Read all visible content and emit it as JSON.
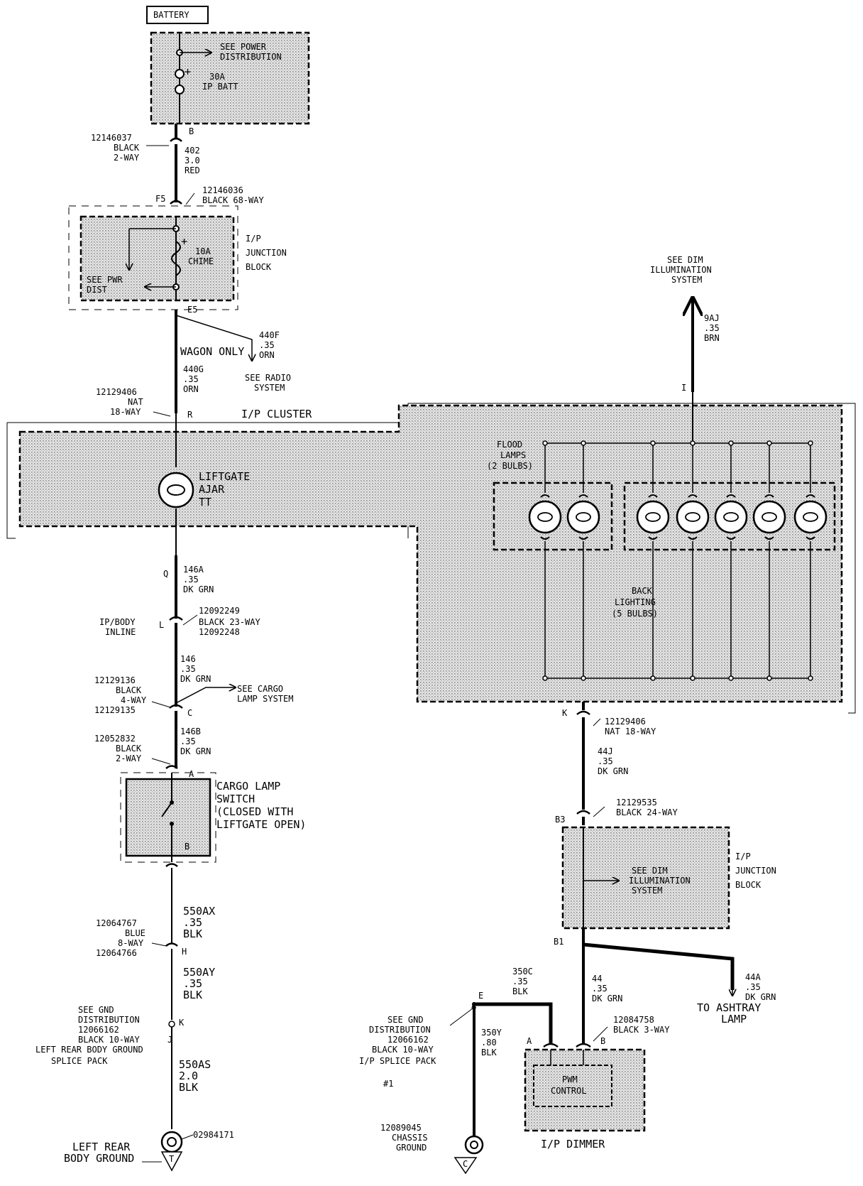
{
  "battery": {
    "label": "BATTERY"
  },
  "power_fuse": {
    "see": [
      "SEE POWER",
      "DISTRIBUTION"
    ],
    "fuse": [
      "30A",
      "IP BATT"
    ]
  },
  "wire_402": {
    "top_connector": {
      "part": "12146037",
      "color": "BLACK",
      "ways": "2-WAY",
      "pin": "B"
    },
    "circuit": [
      "402",
      "3.0",
      "RED"
    ],
    "bottom_connector": {
      "part": "12146036",
      "desc": "BLACK 68-WAY",
      "pin": "F5"
    }
  },
  "junction_block_top": {
    "name": [
      "I/P",
      "JUNCTION",
      "BLOCK"
    ],
    "fuse": [
      "10A",
      "CHIME"
    ],
    "see": [
      "SEE PWR",
      "DIST"
    ],
    "out_pin": "E5"
  },
  "wire_440": {
    "wagon_only": "WAGON ONLY",
    "branch": [
      "440F",
      ".35",
      "ORN"
    ],
    "see_radio": [
      "SEE RADIO",
      "SYSTEM"
    ],
    "main": [
      "440G",
      ".35",
      "ORN"
    ]
  },
  "cluster": {
    "connector": {
      "part": "12129406",
      "color": "NAT",
      "ways": "18-WAY",
      "pin": "R"
    },
    "title": "I/P CLUSTER",
    "liftgate": [
      "LIFTGATE",
      "AJAR",
      "TT"
    ],
    "flood": [
      "FLOOD",
      "LAMPS",
      "(2 BULBS)"
    ],
    "back": [
      "BACK",
      "LIGHTING",
      "(5 BULBS)"
    ]
  },
  "dim_top": {
    "see": [
      "SEE DIM",
      "ILLUMINATION",
      "SYSTEM"
    ],
    "circuit": [
      "9AJ",
      ".35",
      "BRN"
    ],
    "pin": "I"
  },
  "wire_146": {
    "pin_q": "Q",
    "circuit_a": [
      "146A",
      ".35",
      "DK GRN"
    ],
    "inline_label": [
      "IP/BODY",
      "INLINE"
    ],
    "inline_parts": [
      "12092249",
      "BLACK 23-WAY",
      "12092248"
    ],
    "pin_l": "L",
    "circuit_main": [
      "146",
      ".35",
      "DK GRN"
    ],
    "connector_c": {
      "part_top": "12129136",
      "color": "BLACK",
      "ways": "4-WAY",
      "part_bottom": "12129135",
      "pin": "C"
    },
    "see_cargo": [
      "SEE CARGO",
      "LAMP SYSTEM"
    ],
    "circuit_b": [
      "146B",
      ".35",
      "DK GRN"
    ],
    "connector_sw": {
      "part": "12052832",
      "color": "BLACK",
      "ways": "2-WAY"
    }
  },
  "cargo_switch": {
    "pin_a": "A",
    "pin_b": "B",
    "label": [
      "CARGO LAMP",
      "SWITCH",
      "(CLOSED WITH",
      "LIFTGATE OPEN)"
    ]
  },
  "wire_550": {
    "ax": [
      "550AX",
      ".35",
      "BLK"
    ],
    "connector_h": {
      "part_top": "12064767",
      "color": "BLUE",
      "ways": "8-WAY",
      "part_bottom": "12064766",
      "pin": "H"
    },
    "ay": [
      "550AY",
      ".35",
      "BLK"
    ],
    "splice": [
      "SEE GND",
      "DISTRIBUTION",
      "12066162",
      "BLACK 10-WAY",
      "LEFT REAR BODY GROUND",
      "SPLICE PACK"
    ],
    "pin_k": "K",
    "pin_j": "J",
    "as": [
      "550AS",
      "2.0",
      "BLK"
    ],
    "ground_part": "02984171",
    "ground_label": [
      "LEFT REAR",
      "BODY GROUND"
    ],
    "ground_letter": "T"
  },
  "wire_44j": {
    "pin_k": "K",
    "connector": [
      "12129406",
      "NAT 18-WAY"
    ],
    "circuit": [
      "44J",
      ".35",
      "DK GRN"
    ],
    "connector_b3": [
      "12129535",
      "BLACK 24-WAY"
    ],
    "pin_b3": "B3"
  },
  "junction_block_bottom": {
    "see": [
      "SEE DIM",
      "ILLUMINATION",
      "SYSTEM"
    ],
    "name": [
      "I/P",
      "JUNCTION",
      "BLOCK"
    ],
    "pin_b1": "B1"
  },
  "wire_44": {
    "ashtray_circuit": [
      "44A",
      ".35",
      "DK GRN"
    ],
    "ashtray": [
      "TO ASHTRAY",
      "LAMP"
    ],
    "main": [
      "44",
      ".35",
      "DK GRN"
    ],
    "connector": [
      "12084758",
      "BLACK 3-WAY"
    ]
  },
  "wire_350": {
    "c": [
      "350C",
      ".35",
      "BLK"
    ],
    "pin_e": "E",
    "pin_a_splice": "A",
    "splice": [
      "SEE GND",
      "DISTRIBUTION",
      "12066162",
      "BLACK 10-WAY",
      "I/P SPLICE PACK"
    ],
    "note": "#1",
    "y": [
      "350Y",
      ".80",
      "BLK"
    ],
    "ground": [
      "12089045",
      "CHASSIS",
      "GROUND"
    ],
    "ground_letter": "C"
  },
  "dimmer": {
    "pin_a": "A",
    "pin_b": "B",
    "control": [
      "PWM",
      "CONTROL"
    ],
    "title": "I/P DIMMER"
  }
}
